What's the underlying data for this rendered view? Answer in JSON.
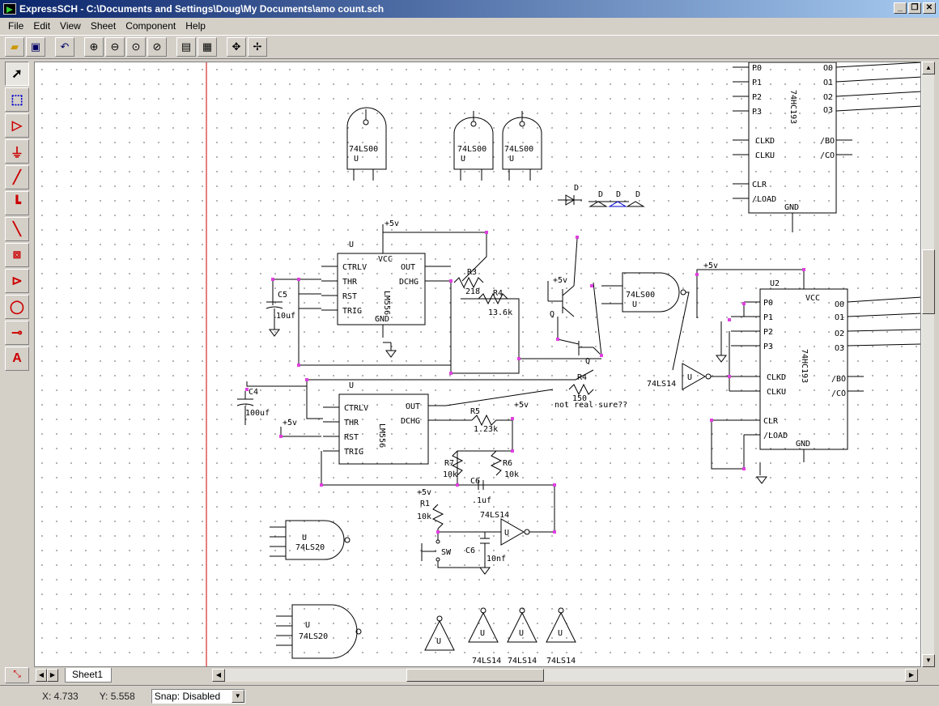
{
  "window": {
    "title": "ExpressSCH - C:\\Documents and Settings\\Doug\\My Documents\\amo count.sch",
    "btn_min": "_",
    "btn_max": "❐",
    "btn_close": "✕"
  },
  "menu": [
    "File",
    "Edit",
    "View",
    "Sheet",
    "Component",
    "Help"
  ],
  "toolbar_icons": [
    "open-icon",
    "save-icon",
    "undo-icon",
    "zoom-in-icon",
    "zoom-out-icon",
    "zoom-fit-icon",
    "zoom-area-icon",
    "properties-icon",
    "netlist-icon",
    "pan-icon",
    "center-icon"
  ],
  "tools": [
    "select-tool",
    "zoom-select-tool",
    "component-tool",
    "ground-tool",
    "wire-tool",
    "junction-tool",
    "bus-tool",
    "part-tool",
    "gate-tool",
    "circle-tool",
    "pin-tool",
    "text-tool"
  ],
  "sheet_tab": "Sheet1",
  "status": {
    "x": "X: 4.733",
    "y": "Y: 5.558",
    "snap_label": "Snap:",
    "snap_value": "Disabled"
  },
  "labels": {
    "u": "U",
    "u2": "U2",
    "ic_74ls00": "74LS00",
    "ic_74ls20": "74LS20",
    "ic_74ls14": "74LS14",
    "ic_lm556": "LM556",
    "ic_74hc193": "74HC193",
    "pin_vcc": "VCC",
    "pin_gnd": "GND",
    "pin_ctrlv": "CTRLV",
    "pin_thr": "THR",
    "pin_rst": "RST",
    "pin_trig": "TRIG",
    "pin_out": "OUT",
    "pin_dchg": "DCHG",
    "pin_p0": "P0",
    "pin_p1": "P1",
    "pin_p2": "P2",
    "pin_p3": "P3",
    "pin_clkd": "CLKD",
    "pin_clku": "CLKU",
    "pin_clr": "CLR",
    "pin_load": "/LOAD",
    "pin_o0": "O0",
    "pin_o1": "O1",
    "pin_o2": "O2",
    "pin_o3": "O3",
    "pin_bo": "/BO",
    "pin_co": "/CO",
    "plus5v": "+5v",
    "r1": "R1",
    "r3": "R3",
    "r4": "R4",
    "r5": "R5",
    "r6": "R6",
    "r7": "R7",
    "c4": "C4",
    "c5": "C5",
    "c6": "C6",
    "v_218": "218",
    "v_136k": "13.6k",
    "v_150": "150",
    "v_123k": "1.23k",
    "v_10k": "10k",
    "v_10uf": "10uf",
    "v_100uf": "100uf",
    "v_1uf": ".1uf",
    "v_10nf": "10nf",
    "sw": "SW",
    "q": "Q",
    "d": "D",
    "note": "not real sure??"
  }
}
